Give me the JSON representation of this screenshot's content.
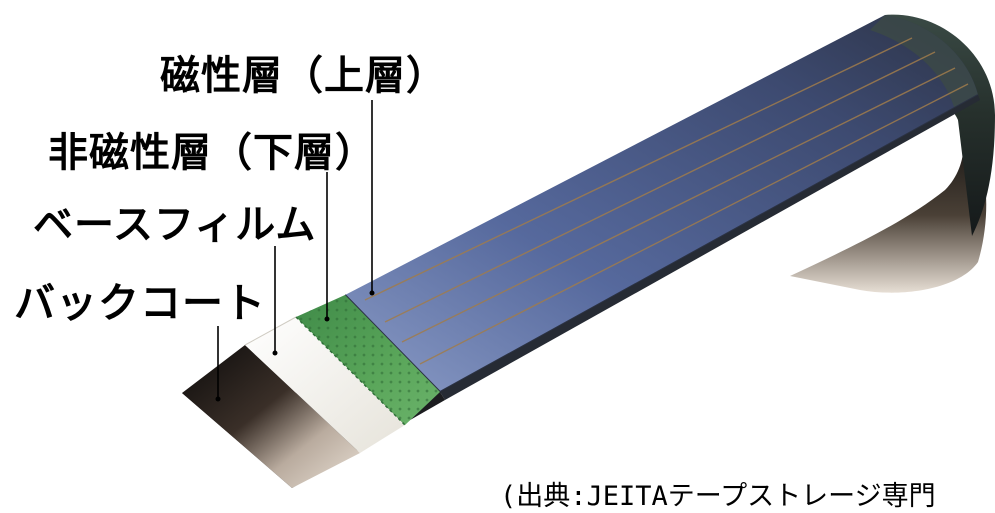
{
  "labels": {
    "magnetic_layer_upper": "磁性層（上層）",
    "nonmagnetic_layer_lower": "非磁性層（下層）",
    "base_film": "ベースフィルム",
    "back_coat": "バックコート"
  },
  "source": "(出典:JEITAテープストレージ専門",
  "colors": {
    "magnetic_layer": "#5a6fa6",
    "nonmagnetic_layer": "#4f9a4f",
    "base_film": "#f2f2ee",
    "back_coat": "#1a1614",
    "tape_surface": "#2d3340"
  }
}
